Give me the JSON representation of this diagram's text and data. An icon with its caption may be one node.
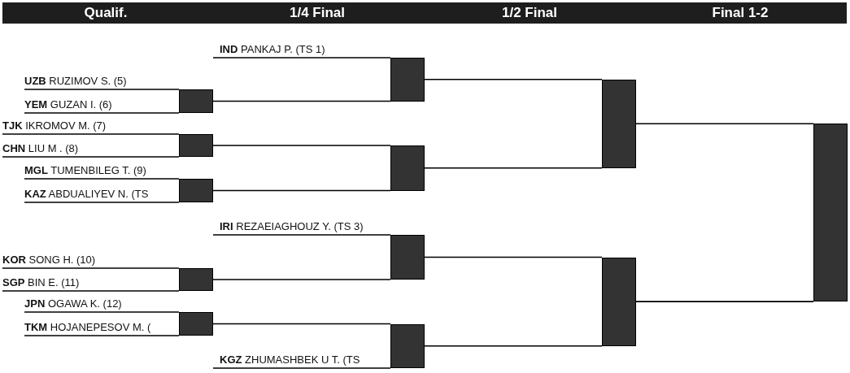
{
  "diagram": {
    "nodes": [
      {
        "text": [
          "**IND** PANKAJ P. (TS 1)"
        ]
      },
      {
        "text": [
          "**UZB** RUZIMOV S. (5)"
        ]
      },
      {
        "text": [
          "**YEM** GUZAN I. (6)"
        ]
      },
      {
        "text": [
          "**TJK** IKROMOV M. (7)"
        ]
      },
      {
        "text": [
          "**CHN** LIU M . (8)"
        ]
      },
      {
        "text": [
          "**MGL** TUMENBILEG T. (9)"
        ]
      },
      {
        "text": [
          "**KAZ** ABDUALIYEV N. (TS"
        ]
      },
      {
        "text": [
          "**IRI** REZAEIAGHOUZ Y. (TS 3)"
        ]
      },
      {
        "text": [
          "**KOR** SONG H. (10)"
        ]
      },
      {
        "text": [
          "**SGP** BIN E. (11)"
        ]
      },
      {
        "text": [
          "**JPN** OGAWA K. (12)"
        ]
      },
      {
        "text": [
          "**TKM** HOJANEPESOV M. ("
        ]
      },
      {
        "text": [
          "**KGZ** ZHUMASHBEK U T. (TS"
        ]
      },
      {
        "text": [],
        "shape": "bar"
      },
      {
        "text": [],
        "shape": "bar"
      },
      {
        "text": [],
        "shape": "bar"
      },
      {
        "text": [],
        "shape": "bar"
      },
      {
        "text": [],
        "shape": "bar"
      },
      {
        "text": [],
        "shape": "bar"
      },
      {
        "text": [],
        "shape": "bar"
      },
      {
        "text": [],
        "shape": "bar"
      },
      {
        "text": [],
        "shape": "bar"
      },
      {
        "text": [],
        "shape": "bar"
      },
      {
        "text": [],
        "shape": "bar"
      },
      {
        "text": [],
        "shape": "bar"
      }
    ],
    "edges": [
      {
        "from": 0,
        "to": 18,
        "arrow": "none"
      },
      {
        "from": 1,
        "to": 13,
        "arrow": "none"
      },
      {
        "from": 2,
        "to": 13,
        "arrow": "none"
      },
      {
        "from": 3,
        "to": 14,
        "arrow": "none"
      },
      {
        "from": 4,
        "to": 14,
        "arrow": "none"
      },
      {
        "from": 5,
        "to": 15,
        "arrow": "none"
      },
      {
        "from": 6,
        "to": 15,
        "arrow": "none"
      },
      {
        "from": 7,
        "to": 20,
        "arrow": "none"
      },
      {
        "from": 8,
        "to": 16,
        "arrow": "none"
      },
      {
        "from": 9,
        "to": 16,
        "arrow": "none"
      },
      {
        "from": 10,
        "to": 17,
        "arrow": "none"
      },
      {
        "from": 11,
        "to": 17,
        "arrow": "none"
      },
      {
        "from": 12,
        "to": 21,
        "arrow": "none"
      },
      {
        "from": 13,
        "to": 18,
        "arrow": "none"
      },
      {
        "from": 14,
        "to": 19,
        "arrow": "none"
      },
      {
        "from": 15,
        "to": 19,
        "arrow": "none"
      },
      {
        "from": 16,
        "to": 20,
        "arrow": "none"
      },
      {
        "from": 17,
        "to": 21,
        "arrow": "none"
      },
      {
        "from": 18,
        "to": 22,
        "arrow": "none"
      },
      {
        "from": 19,
        "to": 22,
        "arrow": "none"
      },
      {
        "from": 20,
        "to": 23,
        "arrow": "none"
      },
      {
        "from": 21,
        "to": 23,
        "arrow": "none"
      },
      {
        "from": 22,
        "to": 24,
        "arrow": "none"
      },
      {
        "from": 23,
        "to": 24,
        "arrow": "none"
      }
    ],
    "labels": [
      "Qualif.",
      "1/4 Final",
      "1/2 Final",
      "Final 1-2"
    ]
  }
}
